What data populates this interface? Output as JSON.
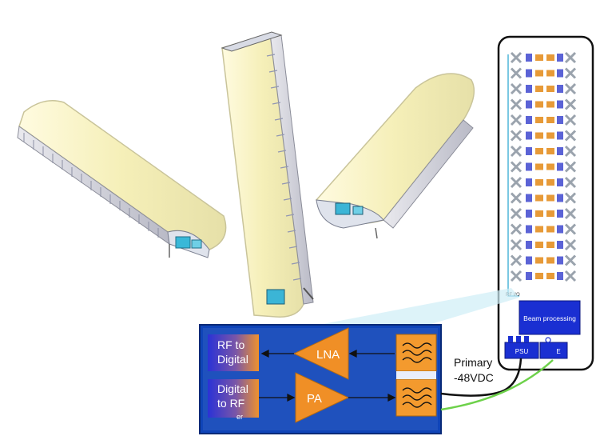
{
  "rack": {
    "beam_processing": "Beam processing",
    "rf_io": "RF I/O",
    "psu": "PSU",
    "e": "E"
  },
  "blocks": {
    "rf_to_digital": [
      "RF to",
      "Digital"
    ],
    "digital_to_rf": [
      "Digital",
      "to RF"
    ],
    "digital_to_rf_sub": "er",
    "lna": "LNA",
    "pa": "PA"
  },
  "power": {
    "line1": "Primary",
    "line2": "-48VDC"
  },
  "colors": {
    "radome": "#f7f3c2",
    "radome_edge": "#cfcaa0",
    "block_blue": "#2230c8",
    "block_gradient_end": "#e78a2a",
    "amp_orange": "#f08f26",
    "filter_orange": "#f39a2e",
    "panel_bg": "#0f44b8",
    "rack_border": "#111111",
    "element_cross": "#9aa3ad",
    "green_cable": "#6dd14a",
    "light_blue": "#8fd3ea"
  }
}
